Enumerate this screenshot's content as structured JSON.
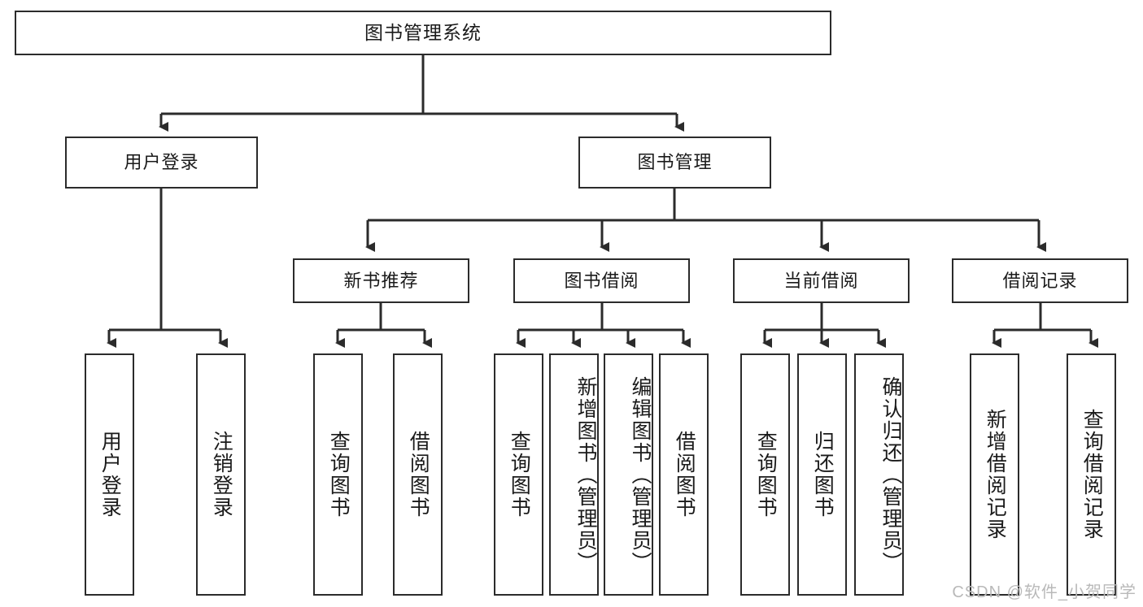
{
  "diagram": {
    "type": "tree-hierarchy",
    "title": "图书管理系统",
    "watermark": "CSDN @软件_小贺同学",
    "colors": {
      "node_border": "#2b2b2b",
      "node_fill": "#ffffff",
      "edge": "#2b2b2b",
      "text": "#1a1a1a",
      "watermark": "#b9b9b9",
      "background": "#ffffff"
    },
    "nodes": {
      "root": {
        "label": "图书管理系统"
      },
      "level2": [
        {
          "id": "user-login",
          "label": "用户登录"
        },
        {
          "id": "book-manage",
          "label": "图书管理"
        }
      ],
      "level3": [
        {
          "id": "new-book-recommend",
          "label": "新书推荐"
        },
        {
          "id": "book-borrow",
          "label": "图书借阅"
        },
        {
          "id": "current-borrow",
          "label": "当前借阅"
        },
        {
          "id": "borrow-record",
          "label": "借阅记录"
        }
      ],
      "leaves": {
        "user-login": [
          {
            "id": "leaf-user-login",
            "label": "用户登录"
          },
          {
            "id": "leaf-logout",
            "label": "注销登录"
          }
        ],
        "new-book-recommend": [
          {
            "id": "leaf-query-book-1",
            "label": "查询图书"
          },
          {
            "id": "leaf-borrow-book-1",
            "label": "借阅图书"
          }
        ],
        "book-borrow": [
          {
            "id": "leaf-query-book-2",
            "label": "查询图书"
          },
          {
            "id": "leaf-add-book",
            "label": "新增图书（管理员）"
          },
          {
            "id": "leaf-edit-book",
            "label": "编辑图书（管理员）"
          },
          {
            "id": "leaf-borrow-book-2",
            "label": "借阅图书"
          }
        ],
        "current-borrow": [
          {
            "id": "leaf-query-book-3",
            "label": "查询图书"
          },
          {
            "id": "leaf-return-book",
            "label": "归还图书"
          },
          {
            "id": "leaf-confirm-return",
            "label": "确认归还（管理员）"
          }
        ],
        "borrow-record": [
          {
            "id": "leaf-add-record",
            "label": "新增借阅记录"
          },
          {
            "id": "leaf-query-record",
            "label": "查询借阅记录"
          }
        ]
      }
    }
  }
}
